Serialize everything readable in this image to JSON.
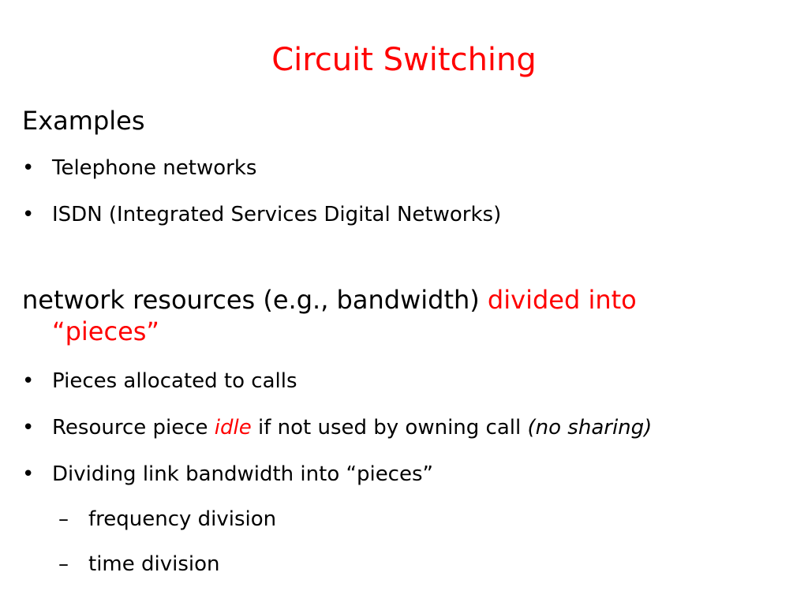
{
  "slide": {
    "title": "Circuit Switching",
    "section1": {
      "heading": "Examples",
      "bullets": [
        "Telephone networks",
        "ISDN (Integrated Services Digital Networks)"
      ]
    },
    "section2": {
      "heading_plain": "network resources (e.g., bandwidth) ",
      "heading_red_1": "divided into",
      "heading_red_2": "“pieces”",
      "bullets": {
        "b1": "Pieces allocated to calls",
        "b2_pre": "Resource piece ",
        "b2_idle": "idle",
        "b2_mid": " if not used by owning call ",
        "b2_italic": "(no sharing)",
        "b3": "Dividing link bandwidth into “pieces”"
      },
      "subbullets": [
        "frequency division",
        "time division"
      ]
    },
    "bullet_mark": "•",
    "sub_mark": "–",
    "colors": {
      "accent": "#ff0000",
      "text": "#000000",
      "background": "#ffffff"
    }
  }
}
